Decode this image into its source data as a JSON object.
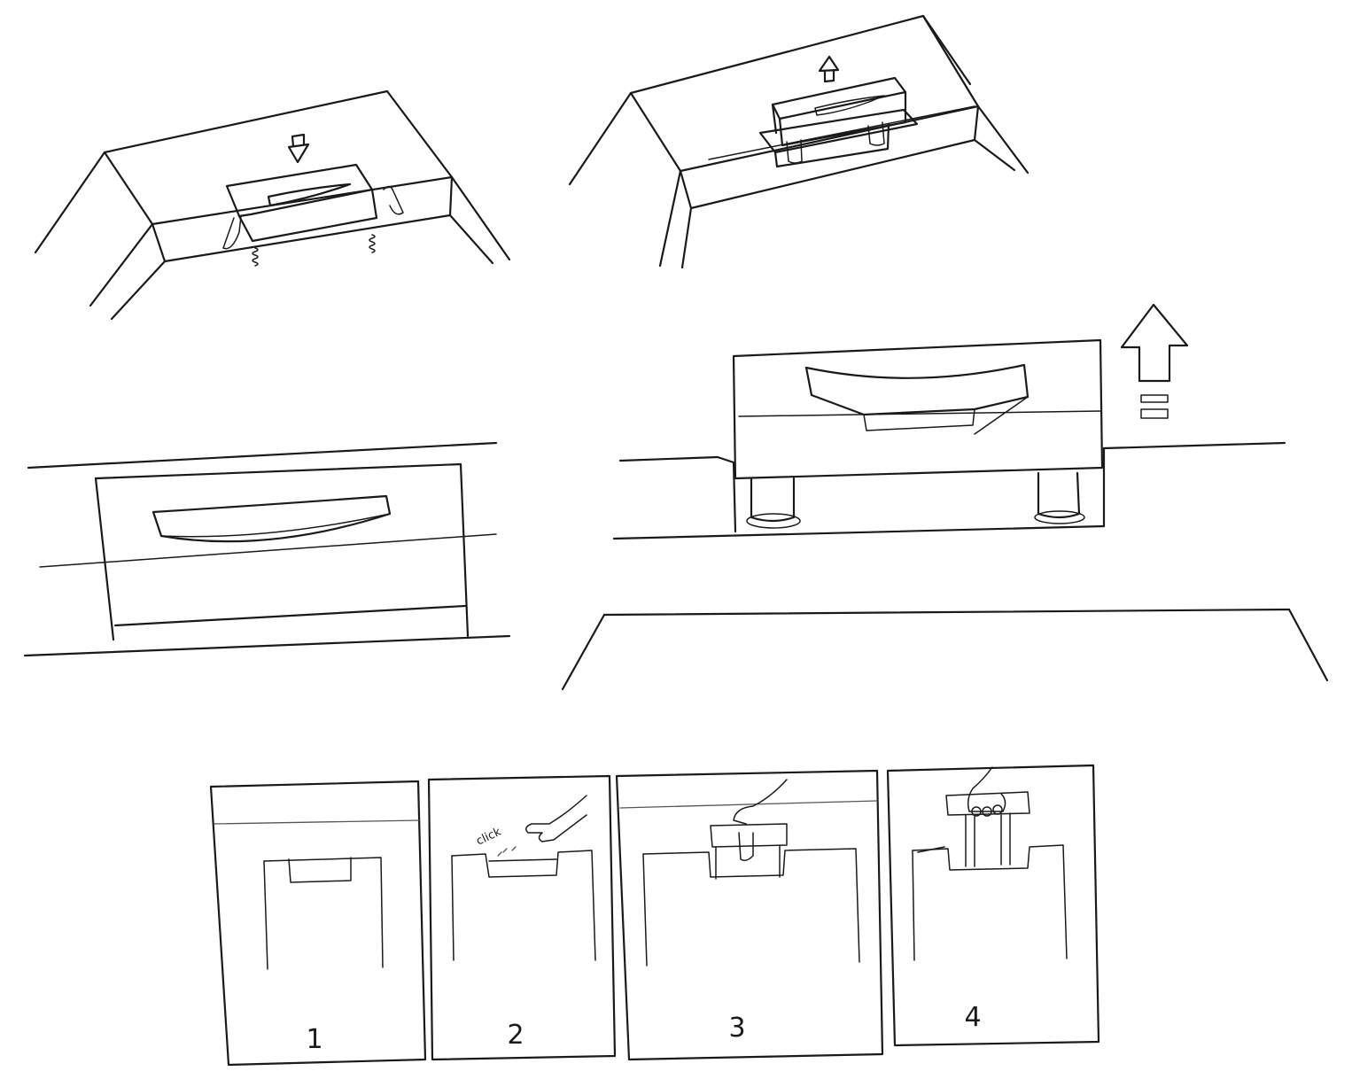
{
  "colors": {
    "ink": "#1a1a1a",
    "paper": "#ffffff"
  },
  "storyboard": {
    "panels": [
      {
        "number": "1"
      },
      {
        "number": "2",
        "annotation": "click"
      },
      {
        "number": "3"
      },
      {
        "number": "4"
      }
    ]
  }
}
